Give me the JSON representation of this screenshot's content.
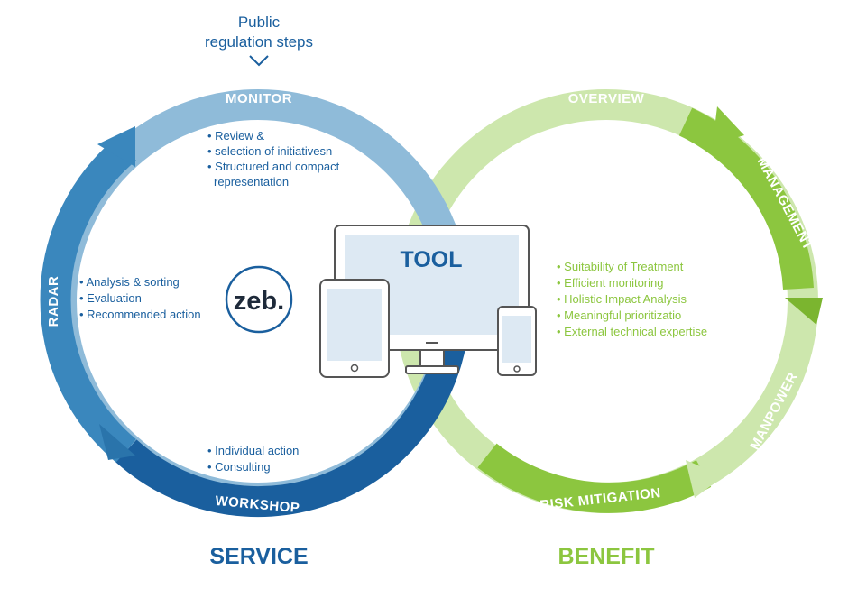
{
  "top_note": {
    "line1": "Public",
    "line2": "regulation steps"
  },
  "service_cycle": {
    "title": "SERVICE",
    "segments": {
      "monitor": "MONITOR",
      "radar": "RADAR",
      "workshop": "WORKSHOP"
    },
    "monitor_bullets": [
      "Review &",
      "selection of initiativesn",
      "Structured and compact",
      "representation"
    ],
    "radar_bullets": [
      "Analysis & sorting",
      "Evaluation",
      "Recommended action"
    ],
    "workshop_bullets": [
      "Individual action",
      "Consulting"
    ]
  },
  "benefit_cycle": {
    "title": "BENEFIT",
    "segments": {
      "overview": "OVERVIEW",
      "management": "MANAGEMENT",
      "manpower": "MANPOWER",
      "risk_mitigation": "RISK MITIGATION"
    },
    "bullets": [
      "Suitability of Treatment",
      "Efficient monitoring",
      "Holistic Impact Analysis",
      "Meaningful prioritizatio",
      "External technical expertise"
    ]
  },
  "tool": {
    "label": "TOOL"
  },
  "logo": {
    "text": "zeb."
  },
  "colors": {
    "blue_light": "#8fbbd9",
    "blue_mid": "#2f7fb5",
    "blue_dark": "#1a5f9e",
    "green_light": "#cde7ad",
    "green_mid": "#8cc63f",
    "text_blue": "#1a5f9e",
    "text_green": "#8cc63f"
  }
}
